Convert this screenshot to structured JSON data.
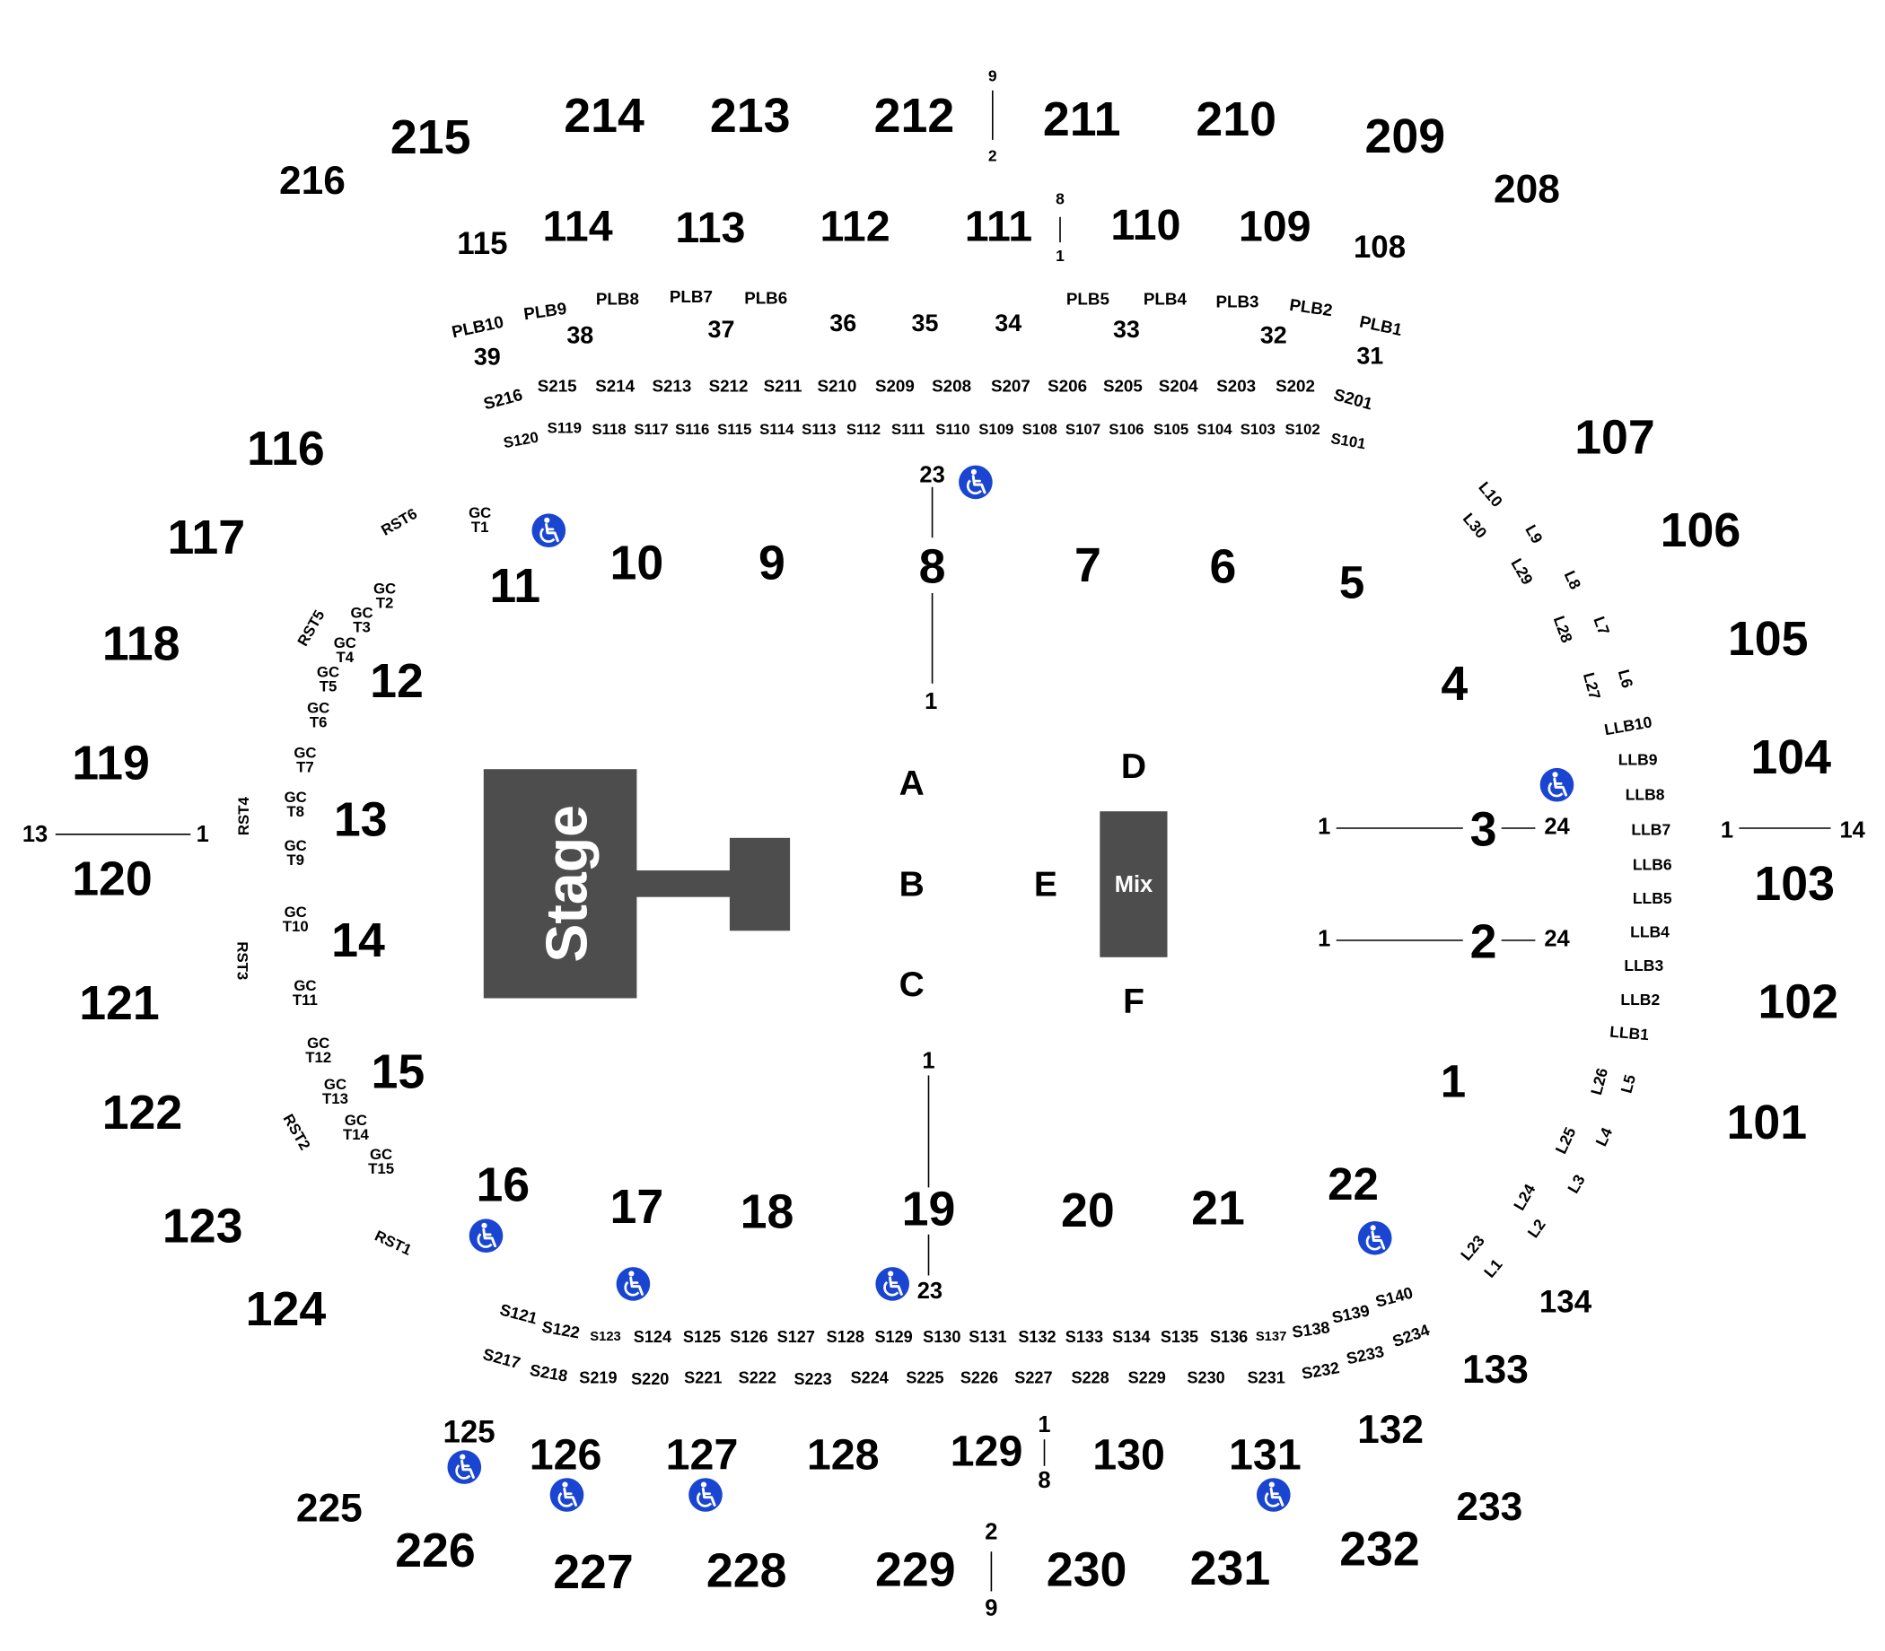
{
  "colors": {
    "block": "#4d4d4d",
    "accessible": "#1a45d1",
    "ink": "#000000",
    "paper": "#ffffff"
  },
  "icons": {
    "accessible": "wheelchair-icon"
  },
  "stage": {
    "label": "Stage"
  },
  "mix": {
    "label": "Mix"
  },
  "sections_200": [
    "216",
    "215",
    "214",
    "213",
    "212",
    "211",
    "210",
    "209",
    "208",
    "225",
    "226",
    "227",
    "228",
    "229",
    "230",
    "231",
    "232",
    "233"
  ],
  "sections_100": [
    "115",
    "114",
    "113",
    "112",
    "111",
    "110",
    "109",
    "108",
    "116",
    "117",
    "118",
    "119",
    "120",
    "121",
    "122",
    "123",
    "124",
    "107",
    "106",
    "105",
    "104",
    "103",
    "102",
    "101",
    "125",
    "126",
    "127",
    "128",
    "129",
    "130",
    "131",
    "132",
    "133",
    "134"
  ],
  "floor_sections": [
    "1",
    "2",
    "3",
    "4",
    "5",
    "6",
    "7",
    "8",
    "9",
    "10",
    "11",
    "12",
    "13",
    "14",
    "15",
    "16",
    "17",
    "18",
    "19",
    "20",
    "21",
    "22"
  ],
  "floor_pits": [
    "A",
    "B",
    "C",
    "D",
    "E",
    "F"
  ],
  "loge_boxes_top": [
    "PLB10",
    "PLB9",
    "PLB8",
    "PLB7",
    "PLB6",
    "PLB5",
    "PLB4",
    "PLB3",
    "PLB2",
    "PLB1"
  ],
  "loge_boxes_top_numbers": [
    "39",
    "38",
    "37",
    "36",
    "35",
    "34",
    "33",
    "32",
    "31"
  ],
  "loge_boxes_right": [
    "LLB10",
    "LLB9",
    "LLB8",
    "LLB7",
    "LLB6",
    "LLB5",
    "LLB4",
    "LLB3",
    "LLB2",
    "LLB1"
  ],
  "loges_right": [
    "L10",
    "L30",
    "L9",
    "L29",
    "L8",
    "L28",
    "L7",
    "L27",
    "L6",
    "L26",
    "L5",
    "L25",
    "L4",
    "L3",
    "L24",
    "L2",
    "L23",
    "L1"
  ],
  "suites_top_outer": [
    "S216",
    "S215",
    "S214",
    "S213",
    "S212",
    "S211",
    "S210",
    "S209",
    "S208",
    "S207",
    "S206",
    "S205",
    "S204",
    "S203",
    "S202",
    "S201"
  ],
  "suites_top_inner": [
    "S120",
    "S119",
    "S118",
    "S117",
    "S116",
    "S115",
    "S114",
    "S113",
    "S112",
    "S111",
    "S110",
    "S109",
    "S108",
    "S107",
    "S106",
    "S105",
    "S104",
    "S103",
    "S102",
    "S101"
  ],
  "suites_bottom_inner": [
    "S121",
    "S122",
    "S123",
    "S124",
    "S125",
    "S126",
    "S127",
    "S128",
    "S129",
    "S130",
    "S131",
    "S132",
    "S133",
    "S134",
    "S135",
    "S136",
    "S137",
    "S138",
    "S139",
    "S140"
  ],
  "suites_bottom_outer": [
    "S217",
    "S218",
    "S219",
    "S220",
    "S221",
    "S222",
    "S223",
    "S224",
    "S225",
    "S226",
    "S227",
    "S228",
    "S229",
    "S230",
    "S231",
    "S232",
    "S233",
    "S234"
  ],
  "rst_left": [
    "RST6",
    "RST5",
    "RST4",
    "RST3",
    "RST2",
    "RST1"
  ],
  "gc_tables": [
    "GC T1",
    "GC T2",
    "GC T3",
    "GC T4",
    "GC T5",
    "GC T6",
    "GC T7",
    "GC T8",
    "GC T9",
    "GC T10",
    "GC T11",
    "GC T12",
    "GC T13",
    "GC T14",
    "GC T15"
  ],
  "row_markers": [
    "9",
    "2",
    "8",
    "1",
    "23",
    "1",
    "13",
    "1",
    "1",
    "24",
    "1",
    "14",
    "1",
    "24",
    "1",
    "23",
    "1",
    "8",
    "2",
    "9"
  ]
}
